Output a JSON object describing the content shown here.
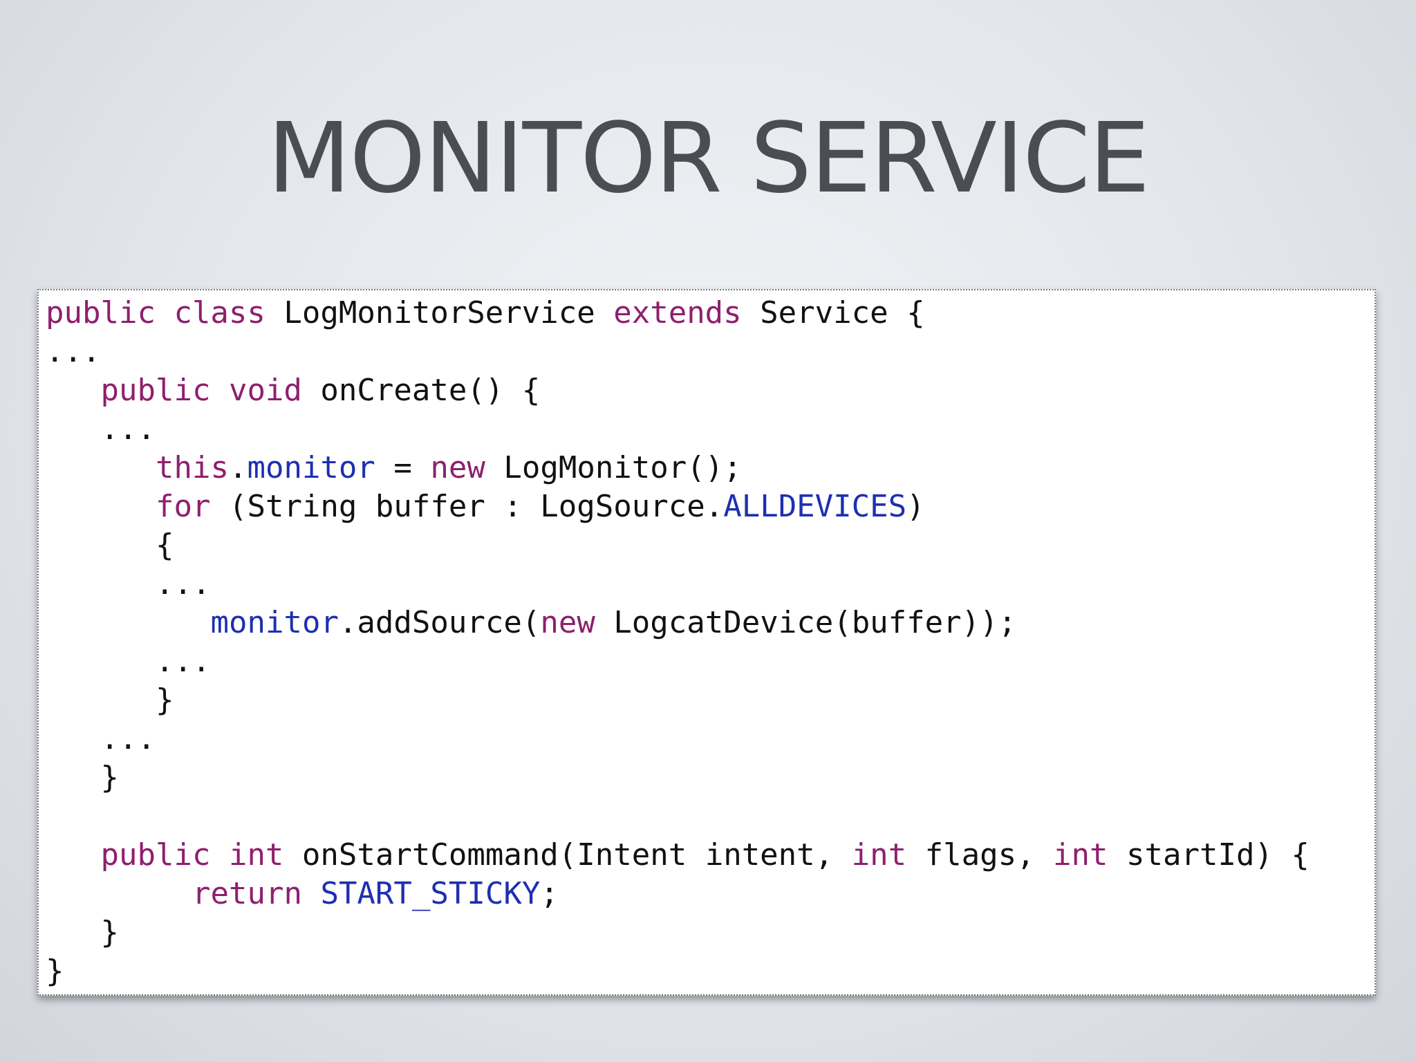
{
  "slide": {
    "title": "MONITOR SERVICE"
  },
  "code": {
    "lines": [
      {
        "indent": 0,
        "segments": [
          {
            "t": "public",
            "k": "kw"
          },
          {
            "t": " "
          },
          {
            "t": "class",
            "k": "kw"
          },
          {
            "t": " LogMonitorService "
          },
          {
            "t": "extends",
            "k": "kw"
          },
          {
            "t": " Service {"
          }
        ]
      },
      {
        "indent": 0,
        "segments": [
          {
            "t": "..."
          }
        ]
      },
      {
        "indent": 3,
        "segments": [
          {
            "t": "public",
            "k": "kw"
          },
          {
            "t": " "
          },
          {
            "t": "void",
            "k": "kw"
          },
          {
            "t": " onCreate() {"
          }
        ]
      },
      {
        "indent": 3,
        "segments": [
          {
            "t": "..."
          }
        ]
      },
      {
        "indent": 6,
        "segments": [
          {
            "t": "this",
            "k": "kw"
          },
          {
            "t": "."
          },
          {
            "t": "monitor",
            "k": "fld"
          },
          {
            "t": " = "
          },
          {
            "t": "new",
            "k": "kw"
          },
          {
            "t": " LogMonitor();"
          }
        ]
      },
      {
        "indent": 6,
        "segments": [
          {
            "t": "for",
            "k": "kw"
          },
          {
            "t": " (String buffer : LogSource."
          },
          {
            "t": "ALLDEVICES",
            "k": "fld"
          },
          {
            "t": ")"
          }
        ]
      },
      {
        "indent": 6,
        "segments": [
          {
            "t": "{"
          }
        ]
      },
      {
        "indent": 6,
        "segments": [
          {
            "t": "..."
          }
        ]
      },
      {
        "indent": 9,
        "segments": [
          {
            "t": "monitor",
            "k": "fld"
          },
          {
            "t": ".addSource("
          },
          {
            "t": "new",
            "k": "kw"
          },
          {
            "t": " LogcatDevice(buffer));"
          }
        ]
      },
      {
        "indent": 6,
        "segments": [
          {
            "t": "..."
          }
        ]
      },
      {
        "indent": 6,
        "segments": [
          {
            "t": "}"
          }
        ]
      },
      {
        "indent": 3,
        "segments": [
          {
            "t": "..."
          }
        ]
      },
      {
        "indent": 3,
        "segments": [
          {
            "t": "}"
          }
        ]
      },
      {
        "indent": 0,
        "segments": []
      },
      {
        "indent": 3,
        "segments": [
          {
            "t": "public",
            "k": "kw"
          },
          {
            "t": " "
          },
          {
            "t": "int",
            "k": "kw"
          },
          {
            "t": " onStartCommand(Intent intent, "
          },
          {
            "t": "int",
            "k": "kw"
          },
          {
            "t": " flags, "
          },
          {
            "t": "int",
            "k": "kw"
          },
          {
            "t": " startId) {"
          }
        ]
      },
      {
        "indent": 8,
        "segments": [
          {
            "t": "return",
            "k": "kw"
          },
          {
            "t": " "
          },
          {
            "t": "START_STICKY",
            "k": "fld"
          },
          {
            "t": ";"
          }
        ]
      },
      {
        "indent": 3,
        "segments": [
          {
            "t": "}"
          }
        ]
      },
      {
        "indent": 0,
        "segments": [
          {
            "t": "}"
          }
        ]
      }
    ]
  },
  "colors": {
    "keyword": "#8f1f6e",
    "field": "#1e2fb0",
    "text": "#111111",
    "title": "#4b4d52"
  }
}
